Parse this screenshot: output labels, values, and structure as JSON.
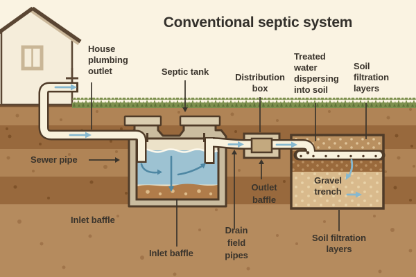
{
  "title": {
    "text": "Conventional septic system"
  },
  "labels": {
    "house_plumbing_outlet": {
      "text": "House\nplumbing\noutlet"
    },
    "septic_tank": {
      "text": "Septic tank"
    },
    "distribution_box": {
      "text": "Distribution\nbox"
    },
    "treated_water": {
      "text": "Treated\nwater\ndispersing\ninto soil"
    },
    "soil_filtration_top": {
      "text": "Soil\nfiltration\nlayers"
    },
    "sewer_pipe": {
      "text": "Sewer pipe"
    },
    "inlet_baffle_upper": {
      "text": "Inlet baffle"
    },
    "inlet_baffle_lower": {
      "text": "Inlet baffle"
    },
    "drain_field_pipes": {
      "text": "Drain\nfield\npipes"
    },
    "outlet_baffle": {
      "text": "Outlet\nbaffle"
    },
    "gravel_trench": {
      "text": "Gravel\ntrench"
    },
    "soil_filtration_bottom": {
      "text": "Soil filtration\nlayers"
    }
  },
  "colors": {
    "background": "#faf3e2",
    "title_text": "#33302b",
    "label_text": "#3a342c",
    "grass": "#7d904e",
    "grass_dark": "#5e7239",
    "soil_top_line": "#6f4d2e",
    "soil_light": "#b08456",
    "soil_dark": "#98693d",
    "soil_bottom": "#b58b5e",
    "pipe_outline": "#4f3b28",
    "pipe_fill": "#f8f1dc",
    "tank_shell": "#cabc9f",
    "tank_lid": "#dacdb0",
    "scum_layer": "#ece2c9",
    "water": "#9dc2d2",
    "wave": "#fcf8ec",
    "sludge": "#b07c4a",
    "sludge_dots": "#ddbb8a",
    "dist_box": "#d6c6a6",
    "dist_box_inner": "#c3a97f",
    "trench_top_layer": "#b99060",
    "trench_gravel_layer": "#9a6a3c",
    "trench_sand_layer": "#d9ba8c",
    "flow_arrow": "#85b8d0",
    "tank_flow_arrow": "#4e87a3",
    "house_wall": "#f5edda",
    "roof": "#5a4633",
    "roof_fascia": "#cbb89a",
    "window_frame": "#c9b696"
  }
}
